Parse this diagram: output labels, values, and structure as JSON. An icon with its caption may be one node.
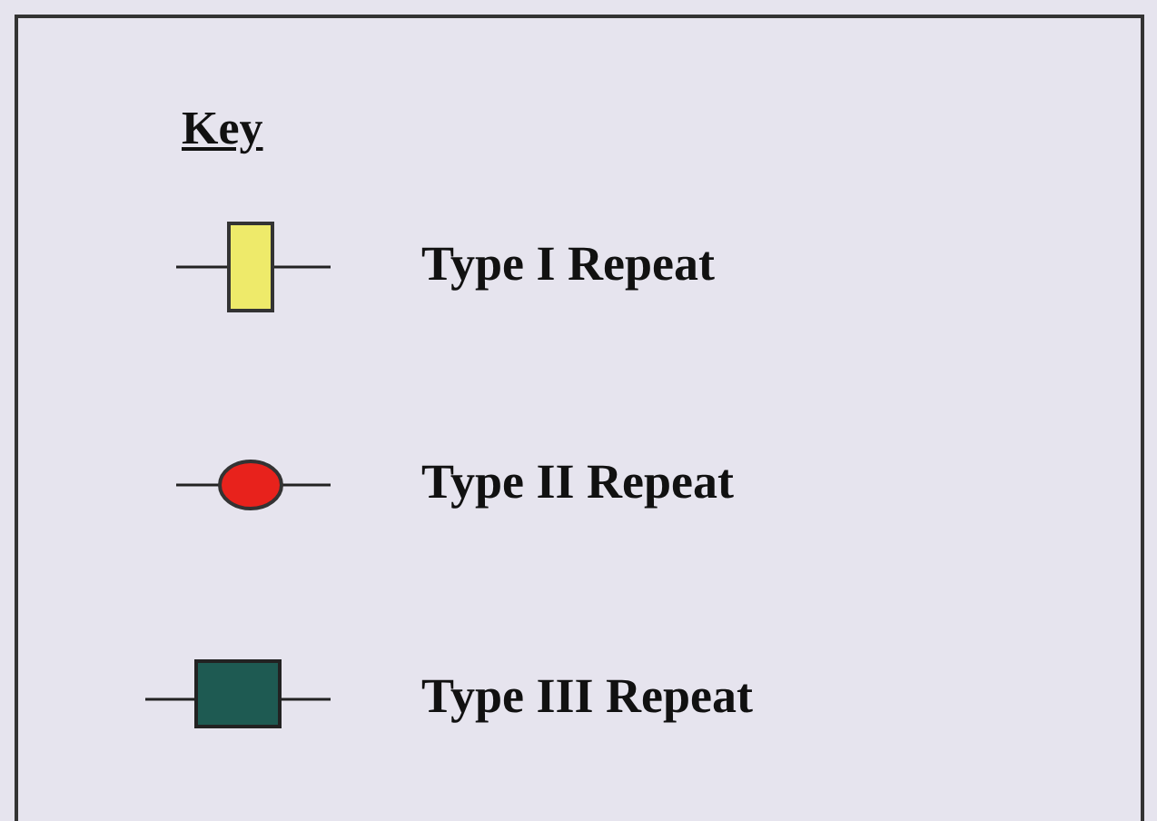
{
  "diagram": {
    "title": "Key",
    "legend": [
      {
        "text": "Type I Repeat"
      },
      {
        "text": "Type II Repeat"
      },
      {
        "text": "Type III Repeat"
      }
    ]
  }
}
